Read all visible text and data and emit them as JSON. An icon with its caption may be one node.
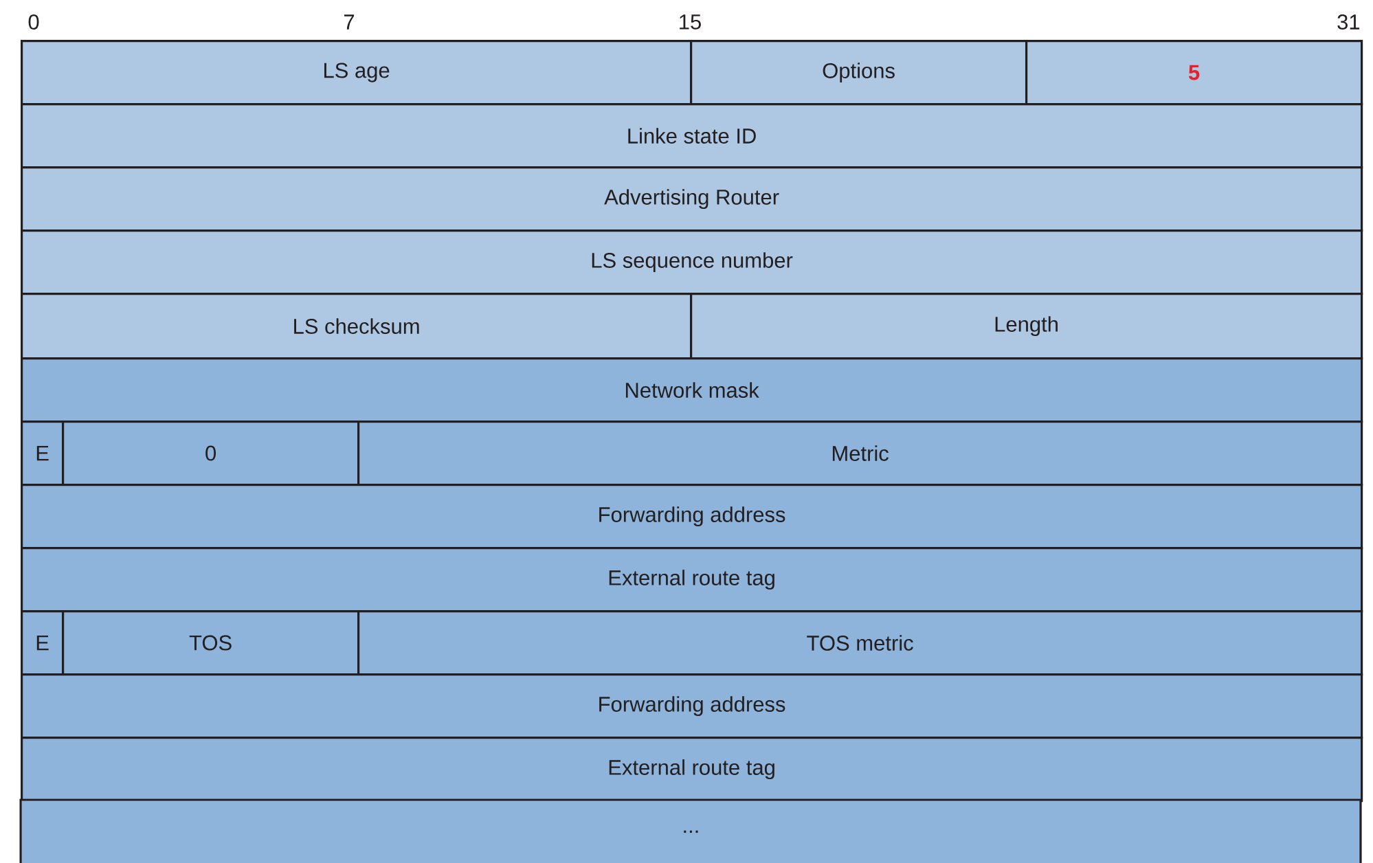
{
  "diagram": {
    "nodes": [
      {
        "text": [
          "LS age"
        ]
      },
      {
        "text": [
          "Options"
        ]
      },
      {
        "text": [
          "5"
        ]
      },
      {
        "text": [
          "Linke state ID"
        ]
      },
      {
        "text": [
          "Advertising Router"
        ]
      },
      {
        "text": [
          "LS sequence number"
        ]
      },
      {
        "text": [
          "LS checksum"
        ]
      },
      {
        "text": [
          "Length"
        ]
      },
      {
        "text": [
          "Network mask"
        ]
      },
      {
        "text": [
          "E"
        ]
      },
      {
        "text": [
          "0"
        ]
      },
      {
        "text": [
          "Metric"
        ]
      },
      {
        "text": [
          "Forwarding address"
        ]
      },
      {
        "text": [
          "External route tag"
        ]
      },
      {
        "text": [
          "E"
        ]
      },
      {
        "text": [
          "TOS"
        ]
      },
      {
        "text": [
          "TOS metric"
        ]
      },
      {
        "text": [
          "Forwarding address"
        ]
      },
      {
        "text": [
          "External route tag"
        ]
      },
      {
        "text": [
          "..."
        ]
      }
    ],
    "labels": [
      "0",
      "7",
      "15",
      "31"
    ]
  }
}
